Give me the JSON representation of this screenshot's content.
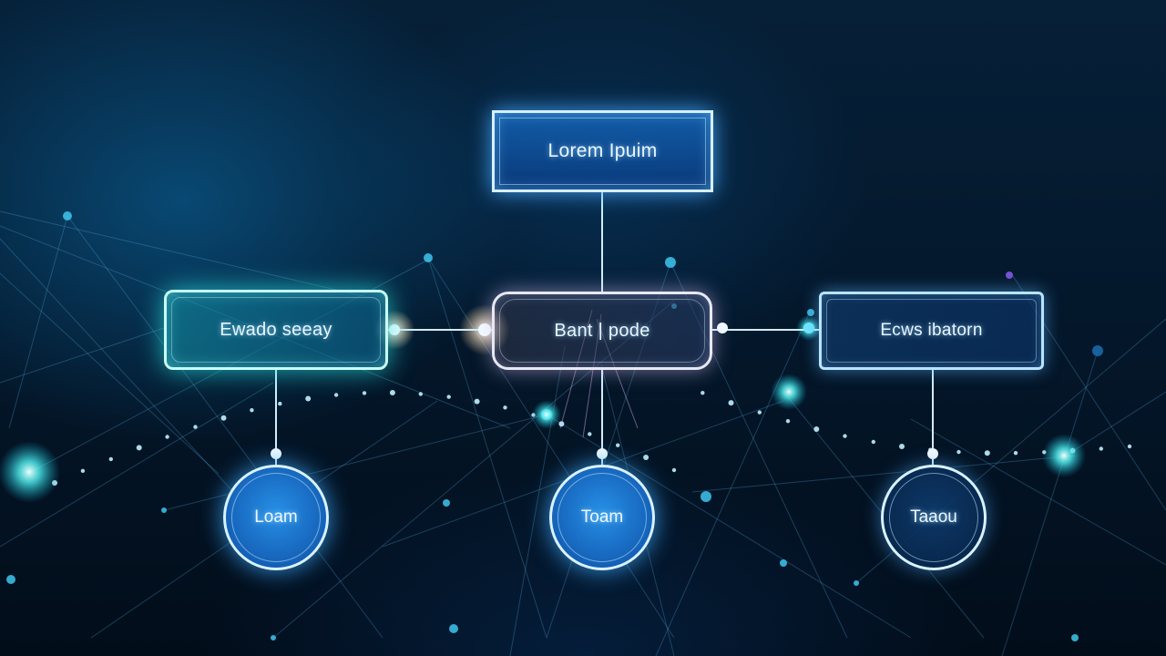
{
  "diagram": {
    "top_node": {
      "label": "Lorem Ipuim"
    },
    "middle_row": [
      {
        "id": "left",
        "label": "Ewado seeay"
      },
      {
        "id": "center",
        "label": "Bant | pode"
      },
      {
        "id": "right",
        "label": "Ecws ibatorn"
      }
    ],
    "bottom_row": [
      {
        "id": "left",
        "label": "Loam"
      },
      {
        "id": "center",
        "label": "Toam"
      },
      {
        "id": "right",
        "label": "Taaou"
      }
    ]
  },
  "colors": {
    "background": "#03111f",
    "accent_cyan": "#35e6ee",
    "accent_blue": "#2a8de6",
    "line": "#8fd4ff"
  }
}
